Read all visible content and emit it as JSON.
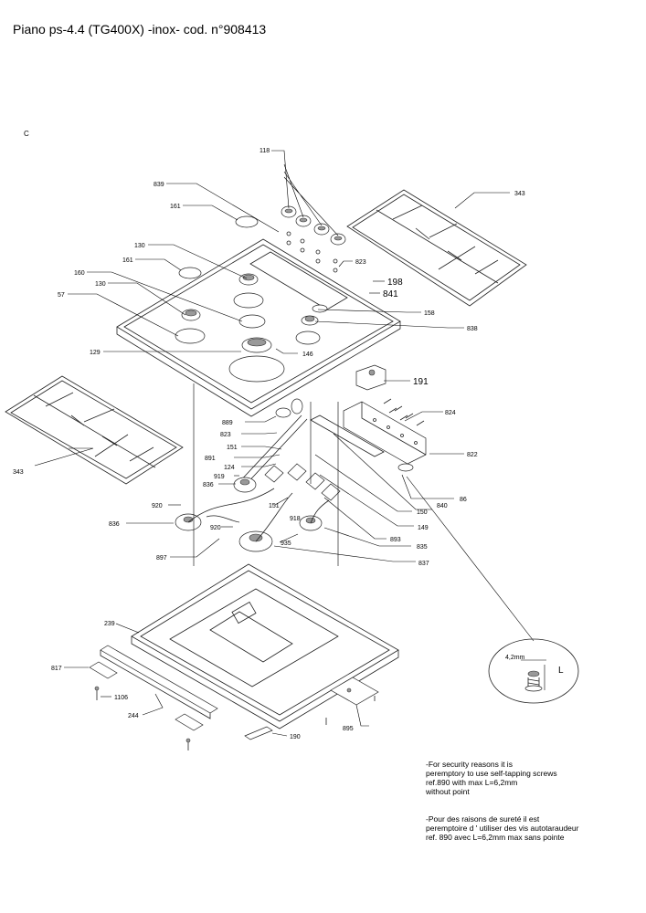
{
  "title": "Piano ps-4.4 (TG400X) -inox-  cod. n°908413",
  "section_letter": "C",
  "detail": {
    "dimension_label": "4,2mm",
    "length_symbol": "L"
  },
  "notes": {
    "english": [
      "-For security reasons it is",
      "peremptory to use self-tapping screws",
      "ref.890 with max L=6,2mm",
      "without point"
    ],
    "french": [
      "-Pour des raisons de sureté il est",
      "peremptoire d ' utiliser des vis autotaraudeur",
      "ref. 890 avec L=6,2mm max sans pointe"
    ]
  },
  "callouts": {
    "c118": "118",
    "c839": "839",
    "c161a": "161",
    "c343a": "343",
    "c130a": "130",
    "c161b": "161",
    "c160": "160",
    "c130b": "130",
    "c823a": "823",
    "c198": "198",
    "c841": "841",
    "c57": "57",
    "c158": "158",
    "c838": "838",
    "c129": "129",
    "c146": "146",
    "c191": "191",
    "c343b": "343",
    "c889": "889",
    "c823b": "823",
    "c824": "824",
    "c151a": "151",
    "c891": "891",
    "c124": "124",
    "c822": "822",
    "c919": "919",
    "c836a": "836",
    "c86": "86",
    "c920a": "920",
    "c151b": "151",
    "c840": "840",
    "c150": "150",
    "c918": "918",
    "c836b": "836",
    "c920b": "920",
    "c149": "149",
    "c893": "893",
    "c897": "897",
    "c935": "935",
    "c835": "835",
    "c837": "837",
    "c239": "239",
    "c817": "817",
    "c895": "895",
    "c1106": "1106",
    "c244": "244",
    "c190": "190"
  }
}
